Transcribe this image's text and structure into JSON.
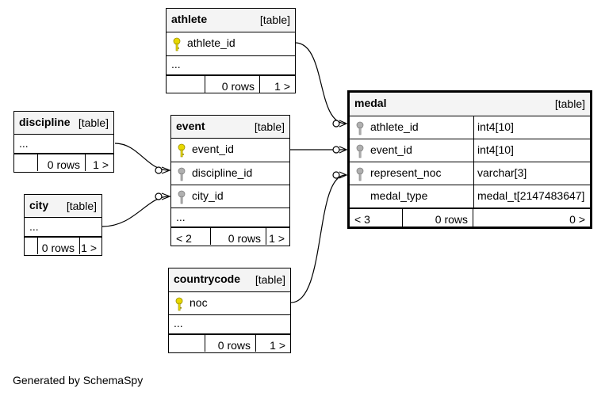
{
  "athlete": {
    "name": "athlete",
    "kind": "[table]",
    "columns": [
      "athlete_id"
    ],
    "more": "...",
    "footer": [
      "",
      "0 rows",
      "1 >"
    ]
  },
  "discipline": {
    "name": "discipline",
    "kind": "[table]",
    "more": "...",
    "footer": [
      "",
      "0 rows",
      "1 >"
    ]
  },
  "city": {
    "name": "city",
    "kind": "[table]",
    "more": "...",
    "footer": [
      "",
      "0 rows",
      "1 >"
    ]
  },
  "event": {
    "name": "event",
    "kind": "[table]",
    "columns": [
      "event_id",
      "discipline_id",
      "city_id"
    ],
    "more": "...",
    "footer": [
      "< 2",
      "0 rows",
      "1 >"
    ]
  },
  "countrycode": {
    "name": "countrycode",
    "kind": "[table]",
    "columns": [
      "noc"
    ],
    "more": "...",
    "footer": [
      "",
      "0 rows",
      "1 >"
    ]
  },
  "medal": {
    "name": "medal",
    "kind": "[table]",
    "columns": [
      {
        "name": "athlete_id",
        "type": "int4[10]"
      },
      {
        "name": "event_id",
        "type": "int4[10]"
      },
      {
        "name": "represent_noc",
        "type": "varchar[3]"
      },
      {
        "name": "medal_type",
        "type": "medal_t[2147483647]"
      }
    ],
    "footer": [
      "< 3",
      "0 rows",
      "0 >"
    ]
  },
  "credit": "Generated by SchemaSpy",
  "colors": {
    "primary_key": "#e8d800",
    "foreign_key": "#b0b0b0",
    "header_bg": "#f4f4f4"
  }
}
